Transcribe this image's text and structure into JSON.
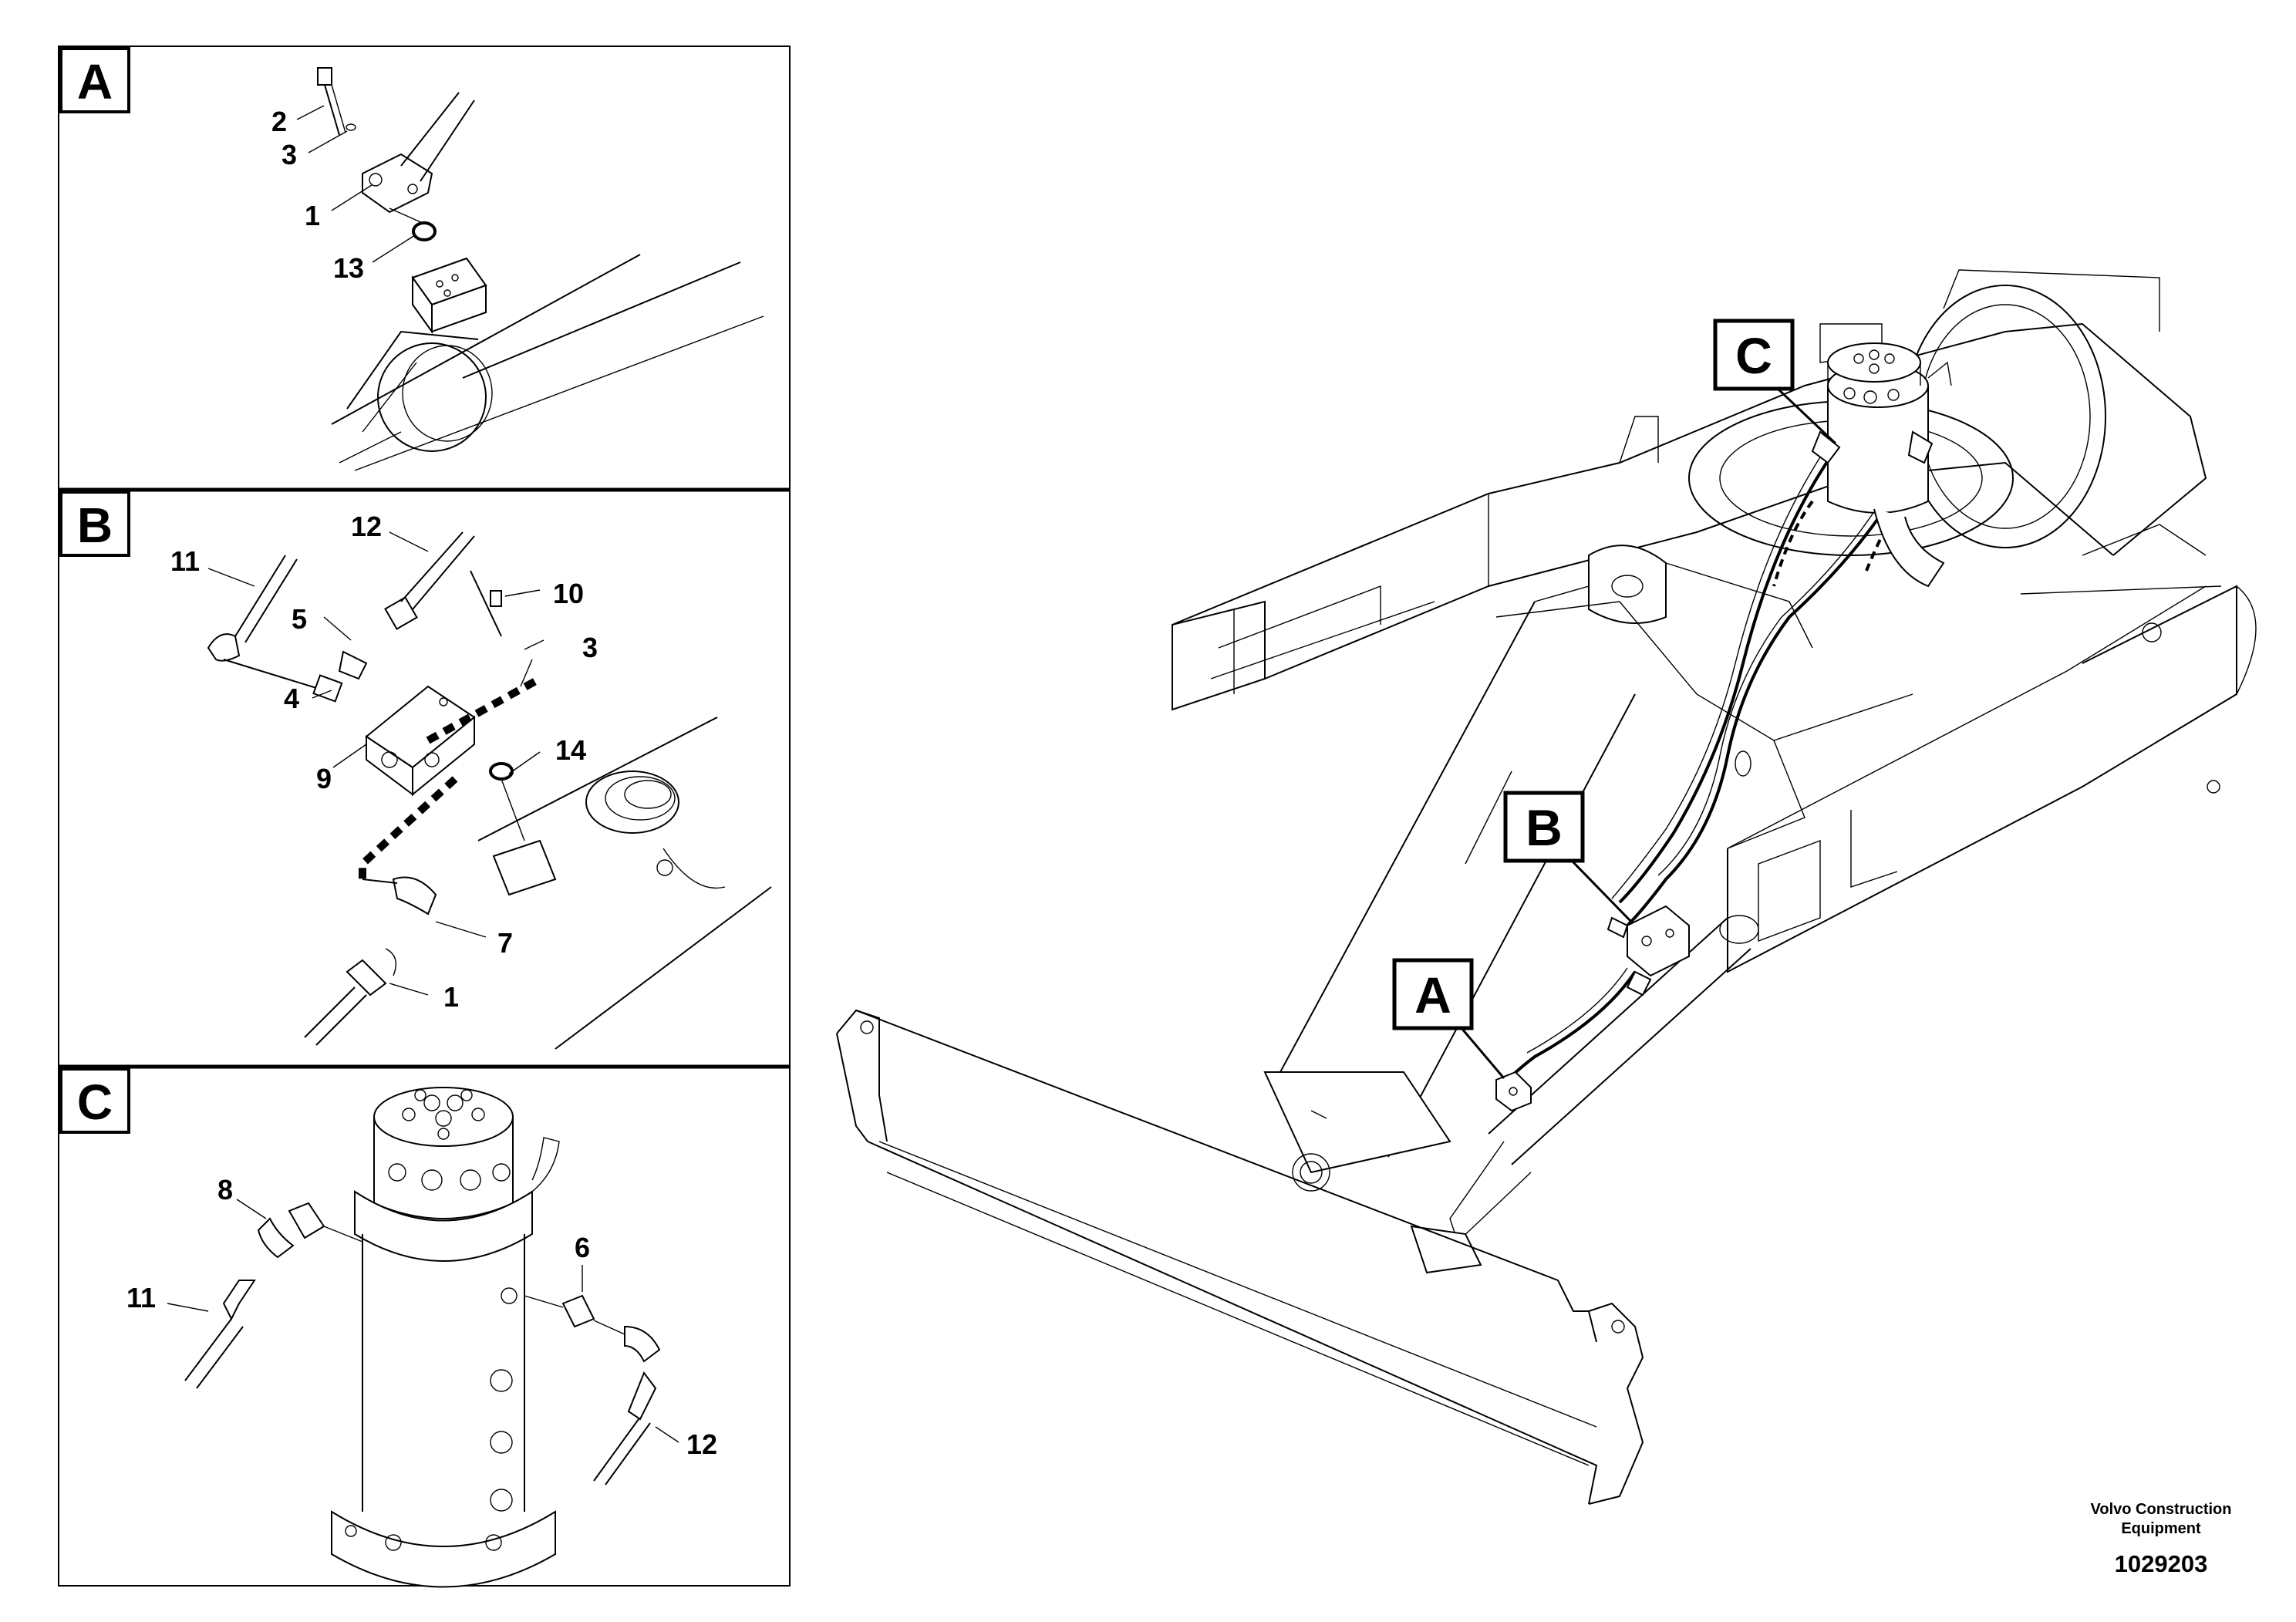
{
  "panels": {
    "a": {
      "letter": "A",
      "labels": [
        "2",
        "3",
        "1",
        "13"
      ]
    },
    "b": {
      "letter": "B",
      "labels": [
        "11",
        "12",
        "5",
        "10",
        "3",
        "4",
        "9",
        "14",
        "7",
        "1"
      ]
    },
    "c": {
      "letter": "C",
      "labels": [
        "8",
        "11",
        "6",
        "12"
      ]
    }
  },
  "main": {
    "callouts": [
      "C",
      "B",
      "A"
    ]
  },
  "footer": {
    "company_line1": "Volvo Construction",
    "company_line2": "Equipment",
    "drawing_number": "1029203"
  }
}
